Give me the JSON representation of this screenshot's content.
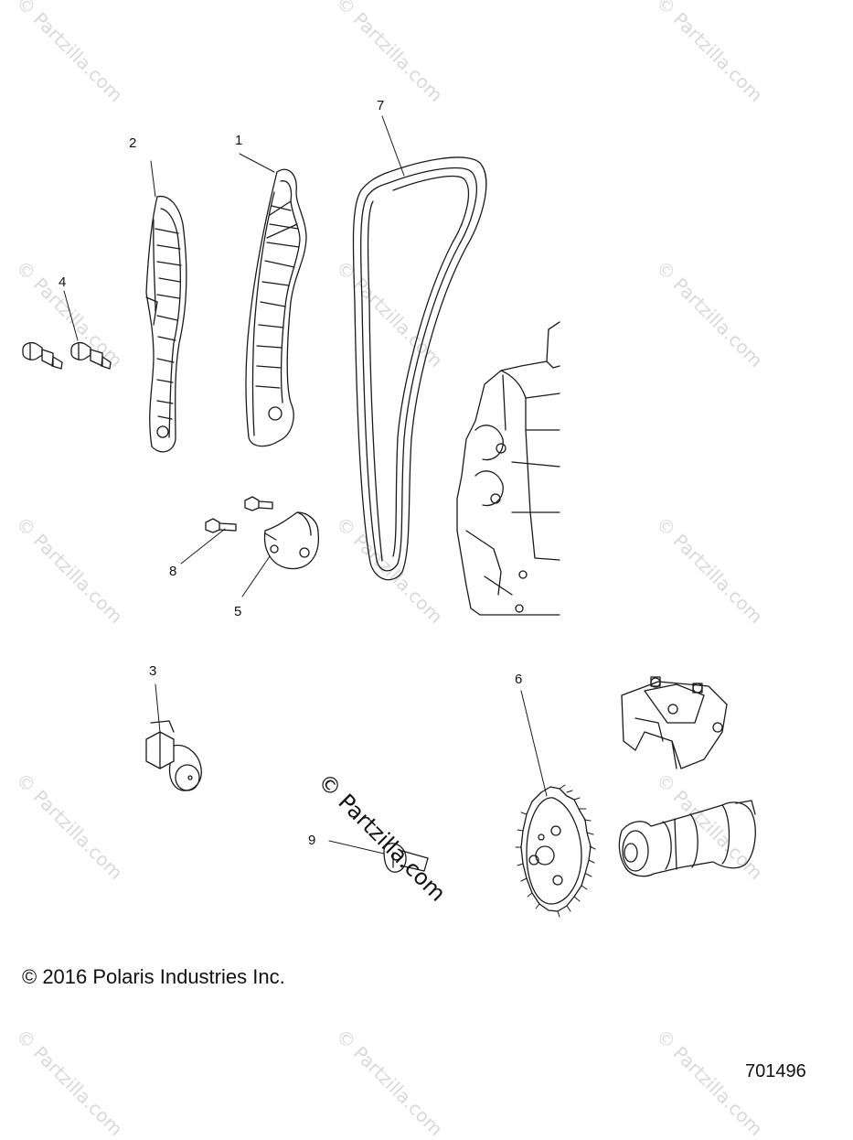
{
  "watermark": {
    "text": "© Partzilla.com",
    "center_text": "© Partzilla.com"
  },
  "callouts": [
    {
      "id": "1",
      "label": "1"
    },
    {
      "id": "2",
      "label": "2"
    },
    {
      "id": "3",
      "label": "3"
    },
    {
      "id": "4",
      "label": "4"
    },
    {
      "id": "5",
      "label": "5"
    },
    {
      "id": "6",
      "label": "6"
    },
    {
      "id": "7",
      "label": "7"
    },
    {
      "id": "8",
      "label": "8"
    },
    {
      "id": "9",
      "label": "9"
    }
  ],
  "footer": {
    "copyright": "© 2016 Polaris Industries Inc.",
    "diagram_number": "701496"
  },
  "colors": {
    "line": "#1a1a1a",
    "watermark": "#d9d9d9",
    "background": "#ffffff"
  }
}
